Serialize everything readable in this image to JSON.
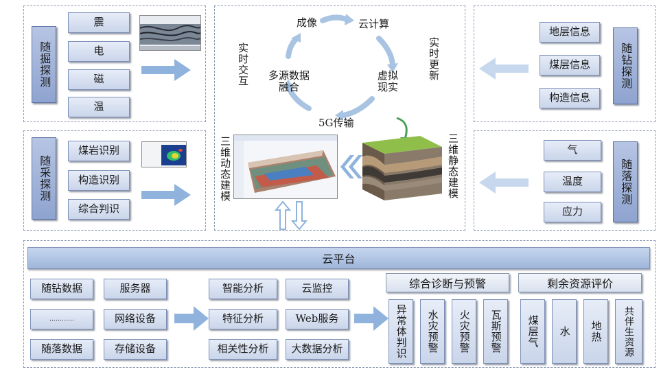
{
  "left_top": {
    "title": "随掘探测",
    "items": [
      "震",
      "电",
      "磁",
      "温"
    ]
  },
  "left_bottom": {
    "title": "随采探测",
    "items": [
      "煤岩识别",
      "构造识别",
      "综合判识"
    ]
  },
  "right_top": {
    "title": "随钻探测",
    "items": [
      "地层信息",
      "煤层信息",
      "构造信息"
    ]
  },
  "right_bottom": {
    "title": "随落探测",
    "items": [
      "气",
      "温度",
      "应力"
    ]
  },
  "center": {
    "cycle": {
      "imaging": "成像",
      "cloud_compute": "云计算",
      "virtual_reality": "虚拟现实",
      "transmission": "5G传输",
      "fusion": "多源数据融合"
    },
    "realtime_interaction": "实时交互",
    "realtime_update": "实时更新",
    "dynamic_modeling": "三维动态建模",
    "static_modeling": "三维静态建模"
  },
  "cloud_platform": {
    "title": "云平台",
    "data_sources": [
      "随钻数据",
      "服务器",
      "…………",
      "网络设备",
      "随落数据",
      "存储设备"
    ],
    "services": [
      "智能分析",
      "云监控",
      "特征分析",
      "Web服务",
      "相关性分析",
      "大数据分析"
    ],
    "diagnosis": {
      "title": "综合诊断与预警",
      "items": [
        "异常体判识",
        "水灾预警",
        "火灾预警",
        "瓦斯预警"
      ]
    },
    "resources": {
      "title": "剩余资源评价",
      "items": [
        "煤层气",
        "水",
        "地热",
        "共伴生资源"
      ]
    }
  },
  "colors": {
    "box_light": "#c9d5ea",
    "box_dark": "#8ea3cf",
    "arrow": "#8fb3dc",
    "panel_border": "#8a97b0"
  }
}
